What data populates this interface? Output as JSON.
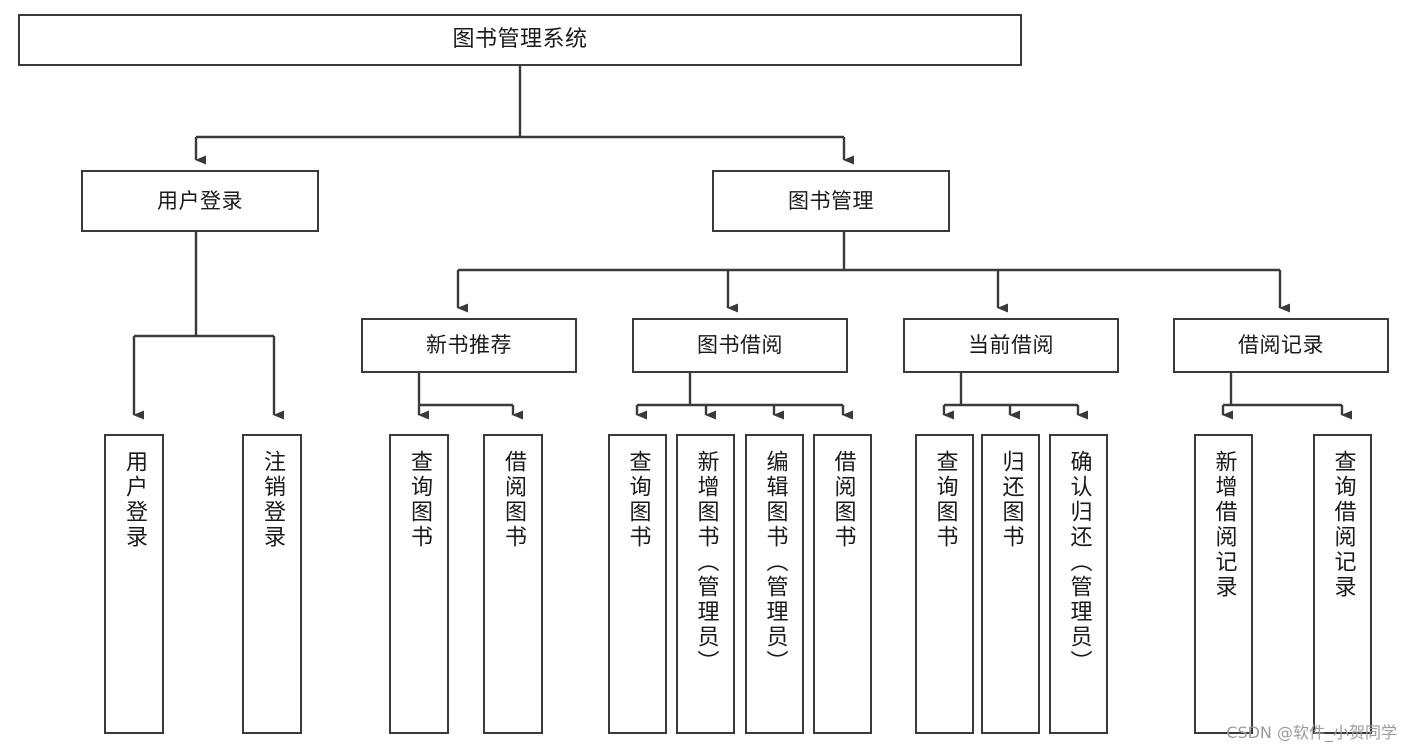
{
  "diagram": {
    "title": "图书管理系统",
    "type": "功能结构图",
    "line_color": "#3a3a3a",
    "box_fill": "#ffffff",
    "text_color": "#1a1a1a",
    "watermark_color": "#9b9b9b"
  },
  "watermark": {
    "text": "CSDN @软件_小贺同学"
  },
  "nodes": {
    "root": {
      "label": "图书管理系统"
    },
    "level2": [
      {
        "label": "用户登录"
      },
      {
        "label": "图书管理"
      }
    ],
    "level3": [
      {
        "label": "新书推荐"
      },
      {
        "label": "图书借阅"
      },
      {
        "label": "当前借阅"
      },
      {
        "label": "借阅记录"
      }
    ],
    "leaves": {
      "user_login": [
        {
          "label": "用户登录"
        },
        {
          "label": "注销登录"
        }
      ],
      "new_book_recommend": [
        {
          "label": "查询图书"
        },
        {
          "label": "借阅图书"
        }
      ],
      "book_borrow": [
        {
          "label": "查询图书"
        },
        {
          "label": "新增图书（管理员）"
        },
        {
          "label": "编辑图书（管理员）"
        },
        {
          "label": "借阅图书"
        }
      ],
      "current_borrow": [
        {
          "label": "查询图书"
        },
        {
          "label": "归还图书"
        },
        {
          "label": "确认归还（管理员）"
        }
      ],
      "borrow_records": [
        {
          "label": "新增借阅记录"
        },
        {
          "label": "查询借阅记录"
        }
      ]
    }
  }
}
